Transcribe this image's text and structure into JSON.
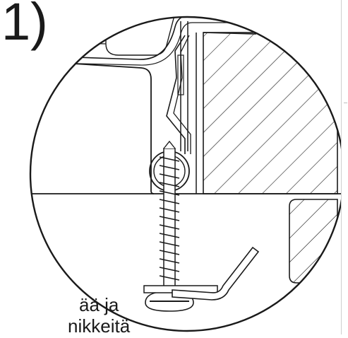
{
  "figure": {
    "step_label": "1)",
    "caption_lines": [
      "ää ja",
      "nikkeitä"
    ]
  },
  "colors": {
    "line": "#1a1a1a",
    "background": "#ffffff"
  }
}
